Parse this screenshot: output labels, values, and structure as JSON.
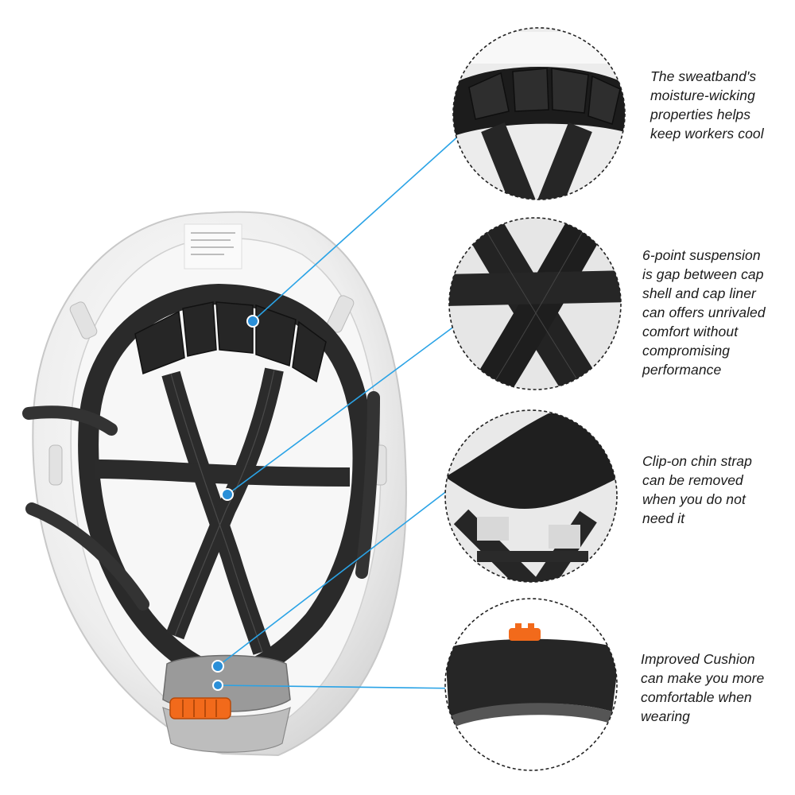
{
  "colors": {
    "leader_line": "#2aa3e6",
    "callout_dot": "#2a8fd8",
    "strap": "#2b2b2b",
    "padding": "#1e1e1e",
    "shell": "#f4f4f4",
    "adjuster_knob": "#f26a1b"
  },
  "callouts": [
    {
      "text": "The sweatband's\nmoisture-wicking\nproperties helps\nkeep workers cool"
    },
    {
      "text": "6-point suspension\nis gap between cap\nshell and cap liner\ncan offers unrivaled\ncomfort without\ncompromising\nperformance"
    },
    {
      "text": "Clip-on chin strap\ncan be removed\nwhen you do not\nneed it"
    },
    {
      "text": "Improved Cushion\ncan make you more\ncomfortable when\nwearing"
    }
  ]
}
